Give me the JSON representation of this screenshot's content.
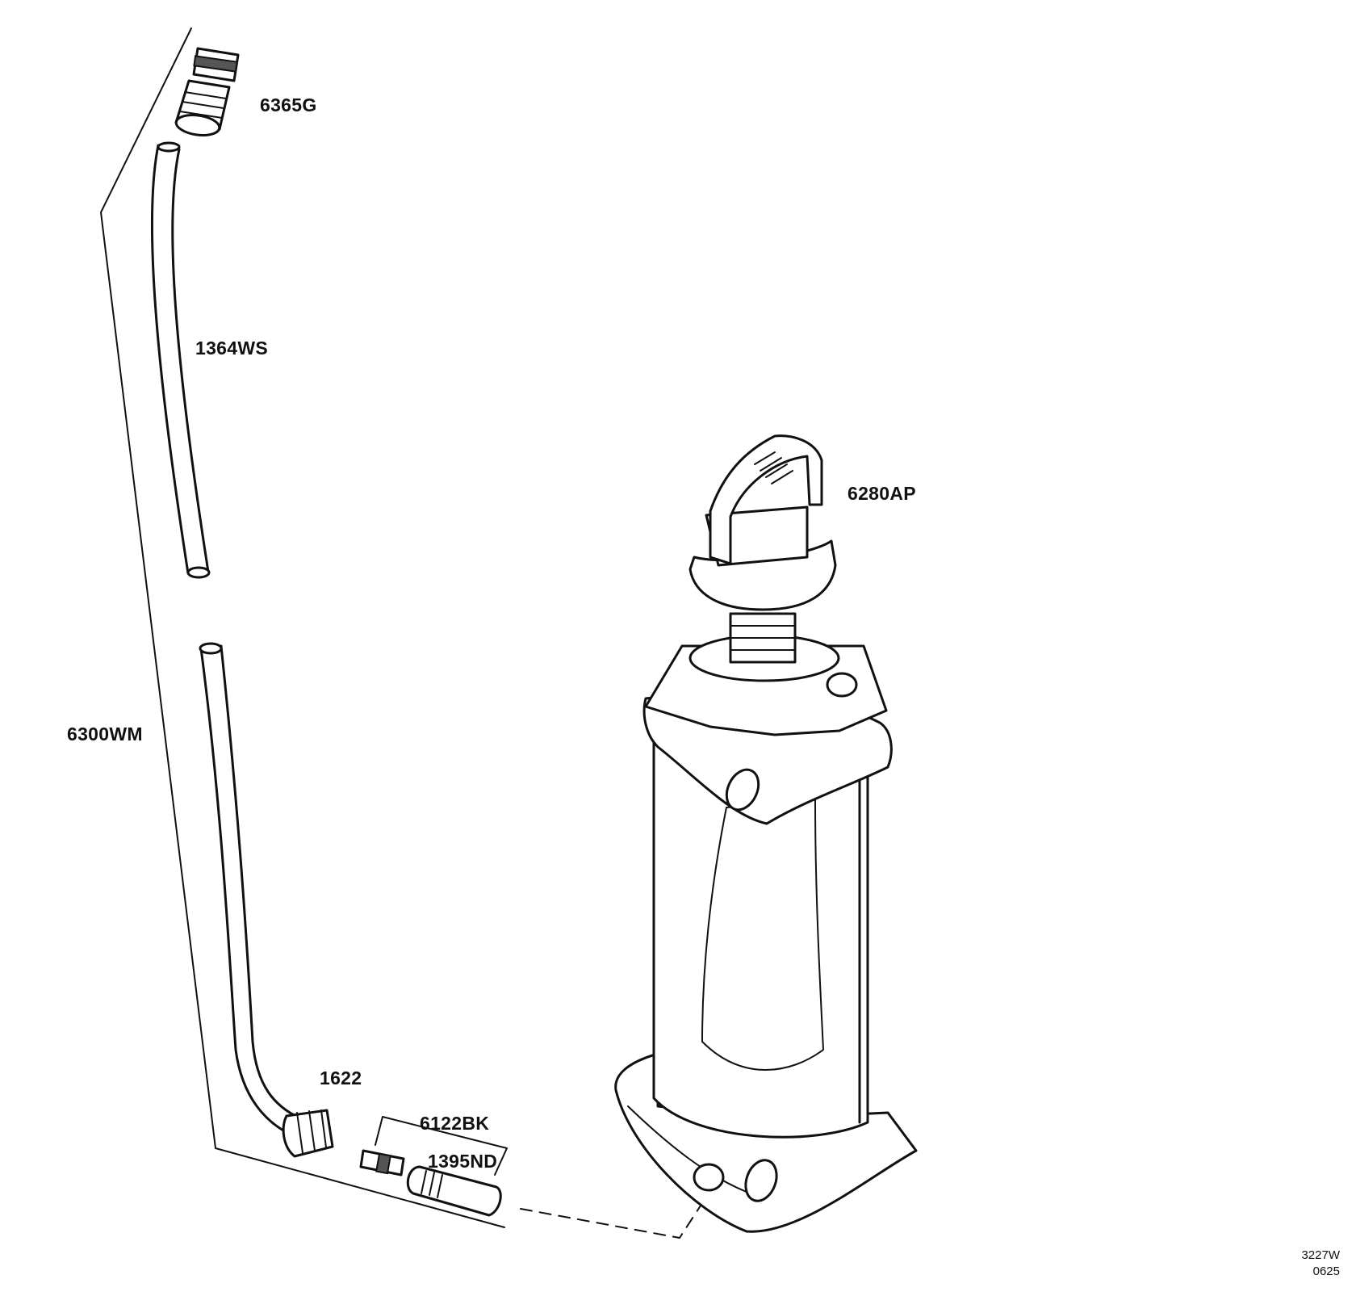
{
  "parts": {
    "nozzle": "6365G",
    "upper_wand": "1364WS",
    "wand_assembly": "6300WM",
    "pump": "6280AP",
    "shutoff": "1622",
    "hose_kit": "6122BK",
    "filter": "1395ND"
  },
  "footer": {
    "code_line1": "3227W",
    "code_line2": "0625"
  }
}
